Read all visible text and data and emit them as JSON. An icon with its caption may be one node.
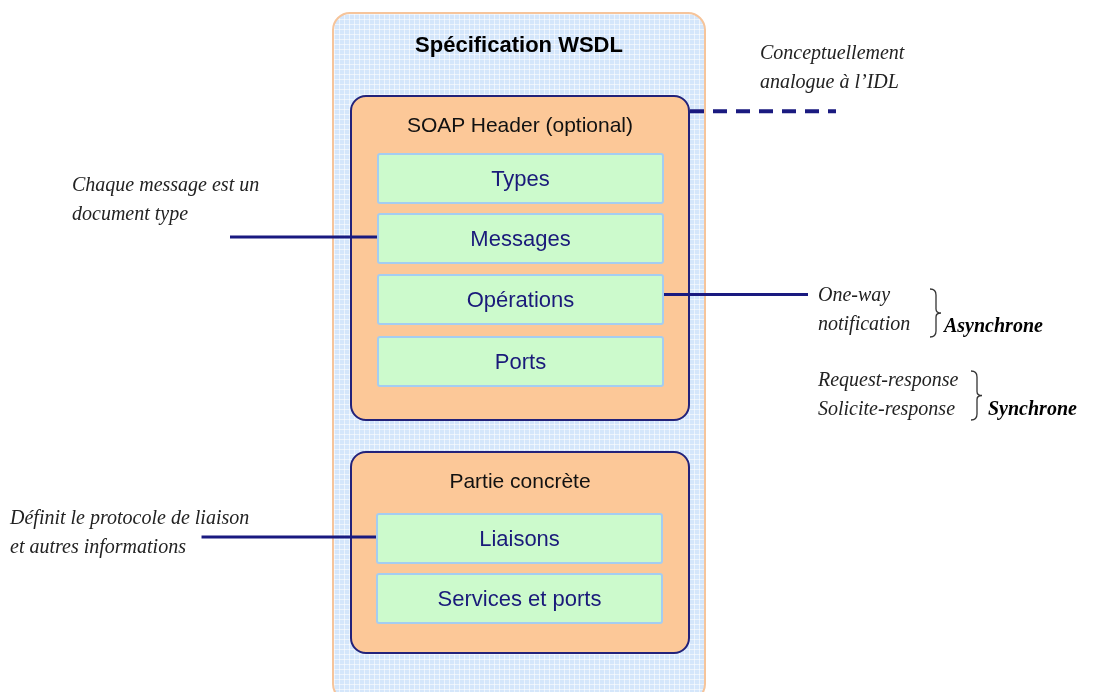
{
  "diagram": {
    "nodes": [
      {
        "text": [
          "Spécification WSDL"
        ]
      },
      {
        "text": [
          "SOAP Header (optional)"
        ],
        "in": 0
      },
      {
        "text": [
          "Types"
        ],
        "in": 1
      },
      {
        "text": [
          "Messages"
        ],
        "in": 1
      },
      {
        "text": [
          "Opérations"
        ],
        "in": 1
      },
      {
        "text": [
          "Ports"
        ],
        "in": 1
      },
      {
        "text": [
          "Partie concrète"
        ],
        "in": 0
      },
      {
        "text": [
          "Liaisons"
        ],
        "in": 6
      },
      {
        "text": [
          "Services et ports"
        ],
        "in": 6
      },
      {
        "text": [
          "Chaque message est un document type"
        ]
      },
      {
        "text": [
          "Définit le protocole de liaison et autres informations"
        ]
      },
      {
        "text": [
          "Conceptuellement analogue à l’IDL"
        ]
      },
      {
        "text": [
          "One-way",
          "notification"
        ],
        "beside": [
          "Asynchrone"
        ]
      }
    ],
    "edges": [
      {
        "from": 9,
        "to": 3,
        "arrow": "none"
      },
      {
        "from": 10,
        "to": 7,
        "arrow": "none"
      },
      {
        "from": 4,
        "to": 12,
        "arrow": "none"
      },
      {
        "from": 1,
        "to": 11,
        "arrow": "none",
        "style": "dashed"
      }
    ],
    "labels": [
      "Request-response",
      "Solicite-response",
      "Synchrone"
    ]
  }
}
